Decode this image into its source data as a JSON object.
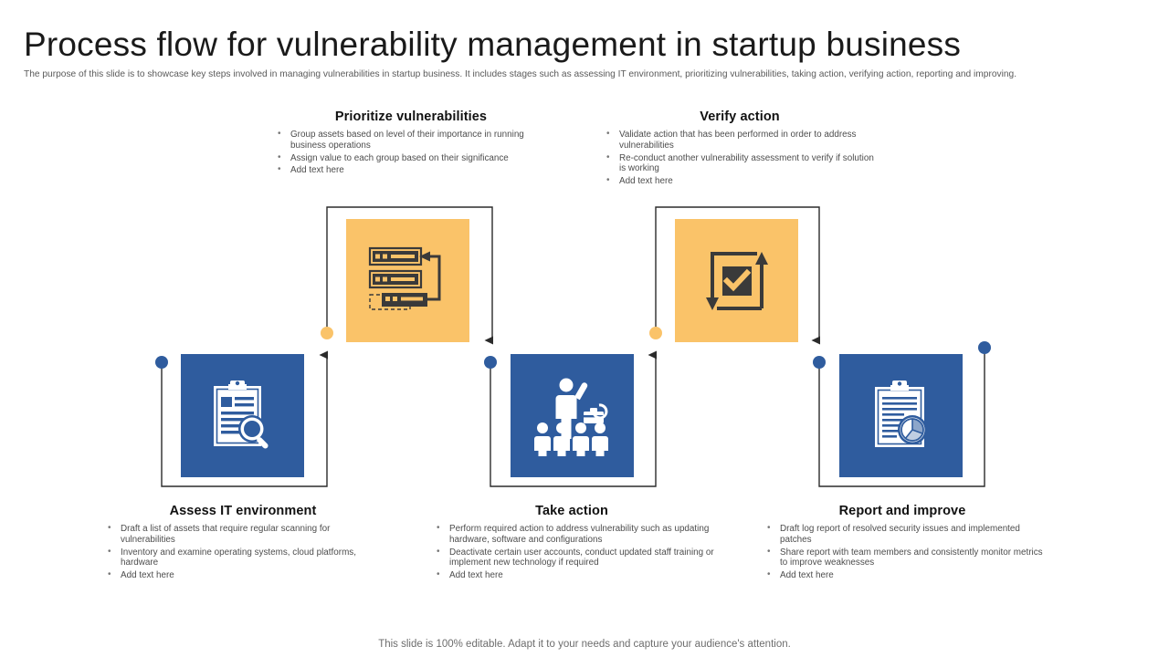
{
  "slide": {
    "title": "Process flow for vulnerability management in startup business",
    "subtitle": "The purpose of this slide is to showcase key steps involved in managing vulnerabilities in startup business. It includes stages such as assessing IT environment, prioritizing vulnerabilities, taking action, verifying action, reporting and improving.",
    "footer": "This slide is 100% editable. Adapt it to your needs and capture your audience's attention."
  },
  "colors": {
    "blue": "#2F5C9E",
    "orange": "#FAC369",
    "connector": "#2b2b2b",
    "title": "#1a1a1a",
    "body": "#4d4d4d"
  },
  "steps": [
    {
      "id": "assess-it-environment",
      "heading": "Assess IT environment",
      "icon": "clipboard-magnifier-icon",
      "tile_color": "#2F5C9E",
      "position": "bottom",
      "bullets": [
        "Draft a list of assets that require regular scanning for vulnerabilities",
        "Inventory and examine operating systems, cloud platforms, hardware",
        "Add text here"
      ]
    },
    {
      "id": "prioritize-vulnerabilities",
      "heading": "Prioritize vulnerabilities",
      "icon": "server-stack-icon",
      "tile_color": "#FAC369",
      "position": "top",
      "bullets": [
        "Group assets based on level of their importance in running business operations",
        "Assign value to each group based on their significance",
        "Add text here"
      ]
    },
    {
      "id": "take-action",
      "heading": "Take action",
      "icon": "team-presentation-icon",
      "tile_color": "#2F5C9E",
      "position": "bottom",
      "bullets": [
        "Perform required action to address vulnerability such as updating hardware, software and configurations",
        "Deactivate certain user accounts, conduct updated staff training or implement new technology if required",
        "Add text here"
      ]
    },
    {
      "id": "verify-action",
      "heading": "Verify action",
      "icon": "checkbox-cycle-icon",
      "tile_color": "#FAC369",
      "position": "top",
      "bullets": [
        "Validate action that has been performed in order to address vulnerabilities",
        "Re-conduct another vulnerability assessment to verify if solution is working",
        "Add text here"
      ]
    },
    {
      "id": "report-and-improve",
      "heading": "Report and improve",
      "icon": "clipboard-chart-icon",
      "tile_color": "#2F5C9E",
      "position": "bottom",
      "bullets": [
        "Draft log report of resolved security issues and implemented patches",
        "Share report with team members and consistently monitor metrics to improve weaknesses",
        "Add text here"
      ]
    }
  ]
}
